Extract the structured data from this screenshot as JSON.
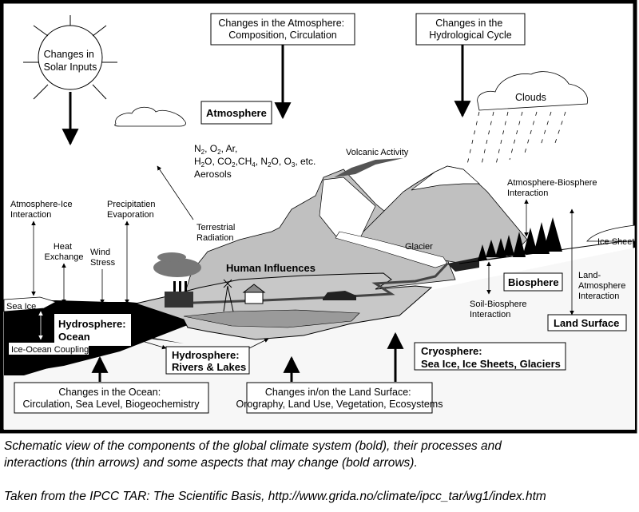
{
  "diagram": {
    "change_boxes": {
      "solar": [
        "Changes in",
        "Solar Inputs"
      ],
      "atmosphere": [
        "Changes in the Atmosphere:",
        "Composition, Circulation"
      ],
      "hydro_cycle": [
        "Changes in the",
        "Hydrological Cycle"
      ],
      "ocean": [
        "Changes in the Ocean:",
        "Circulation, Sea Level, Biogeochemistry"
      ],
      "land": [
        "Changes in/on the Land Surface:",
        "Orography, Land Use, Vegetation, Ecosystems"
      ]
    },
    "components": {
      "atmosphere": "Atmosphere",
      "ocean": [
        "Hydrosphere:",
        "Ocean"
      ],
      "rivers": [
        "Hydrosphere:",
        "Rivers & Lakes"
      ],
      "cryosphere": [
        "Cryosphere:",
        "Sea Ice, Ice Sheets, Glaciers"
      ],
      "biosphere": "Biosphere",
      "land_surface": "Land Surface",
      "human": "Human Influences"
    },
    "composition": {
      "line1": [
        "N",
        "2",
        ", O",
        "2",
        ", Ar,"
      ],
      "line2": [
        "H",
        "2",
        "O, CO",
        "2",
        ",CH",
        "4",
        ", N",
        "2",
        "O, O",
        "3",
        ", etc."
      ],
      "line3": "Aerosols"
    },
    "processes": {
      "atm_ice": [
        "Atmosphere-Ice",
        "Interaction"
      ],
      "heat": [
        "Heat",
        "Exchange"
      ],
      "wind": [
        "Wind",
        "Stress"
      ],
      "precip": [
        "Precipitatien",
        "Evaporation"
      ],
      "terrestrial": [
        "Terrestrial",
        "Radiation"
      ],
      "volcanic": "Volcanic Activity",
      "glacier": "Glacier",
      "clouds": "Clouds",
      "atm_bio": [
        "Atmosphere-Biosphere",
        "Interaction"
      ],
      "ice_sheet": "Ice Sheet",
      "sea_ice": "Sea Ice",
      "ice_ocean": "Ice-Ocean Coupling",
      "soil_bio": [
        "Soil-Biosphere",
        "Interaction"
      ],
      "land_atm": [
        "Land-",
        "Atmosphere",
        "Interaction"
      ]
    }
  },
  "caption": {
    "line1": "Schematic view of the components of the global climate system (bold), their processes and",
    "line2": "interactions (thin arrows) and some aspects that may change (bold arrows).",
    "source": "Taken from the IPCC TAR: The Scientific Basis, http://www.grida.no/climate/ipcc_tar/wg1/index.htm"
  }
}
